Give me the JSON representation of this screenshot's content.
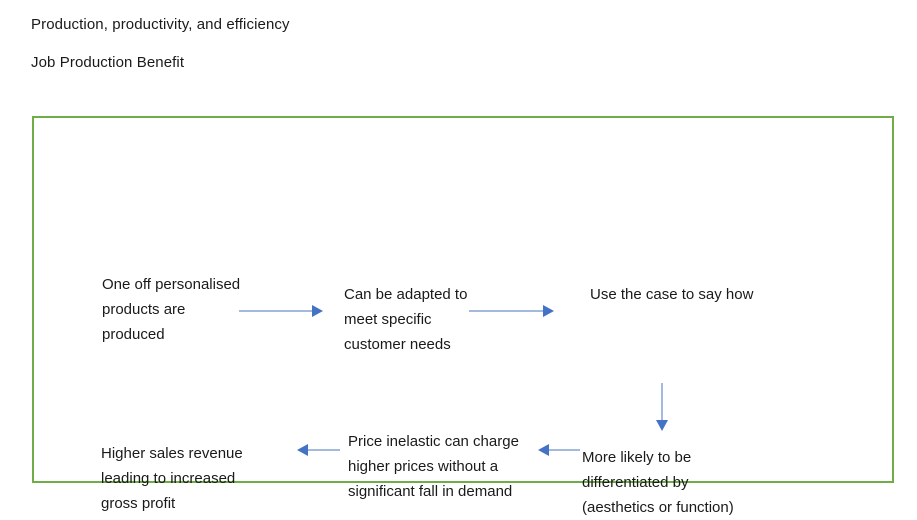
{
  "headings": {
    "primary": "Production, productivity, and efficiency",
    "secondary": "Job Production Benefit"
  },
  "diagram": {
    "frame": {
      "border_color": "#70ad47",
      "background_color": "#ffffff"
    },
    "arrow_colors": {
      "shaft": "#a3b9dd",
      "head": "#4472c4"
    },
    "nodes": [
      {
        "id": "one-off-products",
        "lines": [
          "One off personalised",
          "products are",
          "produced"
        ]
      },
      {
        "id": "adapted-to-needs",
        "lines": [
          "Can be adapted to",
          "meet specific",
          "customer needs"
        ]
      },
      {
        "id": "use-the-case",
        "lines": [
          "Use the case to say how"
        ]
      },
      {
        "id": "higher-sales-revenue",
        "lines": [
          "Higher sales revenue",
          "leading to increased",
          "gross profit"
        ]
      },
      {
        "id": "price-inelastic",
        "lines": [
          "Price inelastic can charge",
          "higher prices without a",
          "significant fall in demand"
        ]
      },
      {
        "id": "more-differentiated",
        "lines": [
          "More likely to be",
          "differentiated by",
          "(aesthetics or function)"
        ]
      }
    ],
    "connectors": [
      {
        "id": "produced-to-adapted",
        "direction": "right"
      },
      {
        "id": "adapted-to-usecase",
        "direction": "right"
      },
      {
        "id": "usecase-to-differentiated",
        "direction": "down"
      },
      {
        "id": "differentiated-to-inelastic",
        "direction": "left"
      },
      {
        "id": "inelastic-to-sales",
        "direction": "left"
      }
    ]
  }
}
